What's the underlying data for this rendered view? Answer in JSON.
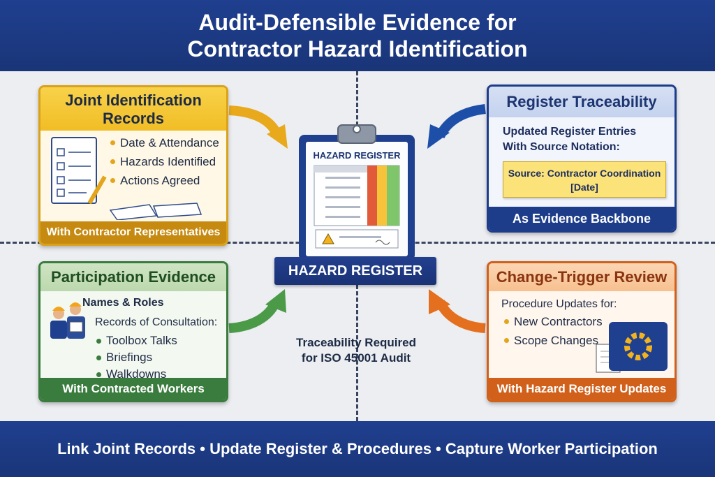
{
  "header": {
    "title_line1": "Audit-Defensible Evidence for",
    "title_line2": "Contractor Hazard Identification"
  },
  "center": {
    "clipboard_title": "HAZARD REGISTER",
    "banner": "HAZARD REGISTER",
    "note_line1": "Traceability Required",
    "note_line2": "for ISO 45001 Audit"
  },
  "cards": {
    "joint": {
      "title_line1": "Joint Identification",
      "title_line2": "Records",
      "items": [
        "Date & Attendance",
        "Hazards Identified",
        "Actions Agreed"
      ],
      "footer": "With Contractor Representatives"
    },
    "traceability": {
      "title": "Register Traceability",
      "text_line1": "Updated Register Entries",
      "text_line2": "With Source Notation:",
      "note_line1": "Source: Contractor Coordination",
      "note_line2": "[Date]",
      "footer": "As Evidence Backbone"
    },
    "participation": {
      "title": "Participation Evidence",
      "names": "Names & Roles",
      "records": "Records of Consultation:",
      "items": [
        "Toolbox Talks",
        "Briefings",
        "Walkdowns"
      ],
      "footer": "With Contracted Workers"
    },
    "change": {
      "title": "Change-Trigger Review",
      "intro": "Procedure Updates for:",
      "items": [
        "New Contractors",
        "Scope Changes"
      ],
      "footer": "With Hazard Register Updates"
    }
  },
  "footer": {
    "text": "Link Joint Records • Update Register & Procedures • Capture Worker Participation"
  },
  "colors": {
    "navy": "#1f3f8f",
    "yellow": "#f1bd25",
    "blue_arrow": "#1d4fa8",
    "green": "#3a7c3e",
    "orange": "#e4701f"
  }
}
